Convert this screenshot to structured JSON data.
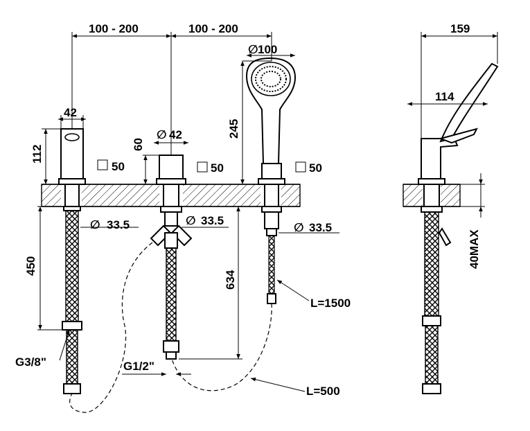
{
  "labels": {
    "spacing_left": "100 - 200",
    "spacing_right": "100 - 200",
    "shower_diameter": "100",
    "spout_width": "42",
    "spout_height": "112",
    "spout_square": "50",
    "valve_diameter": "42",
    "valve_height": "60",
    "valve_square": "50",
    "shower_height": "245",
    "shower_square": "50",
    "spout_shank": "33.5",
    "valve_shank": "33.5",
    "shower_shank": "33.5",
    "hose_length_left": "450",
    "valve_hose_length": "634",
    "thread_left": "G3/8\"",
    "thread_mid": "G1/2\"",
    "shower_hose": "L=1500",
    "connector_hose": "L=500",
    "side_width": "159",
    "side_depth": "114",
    "deck_max": "40MAX"
  },
  "symbols": {
    "diameter": "∅",
    "square": "□"
  }
}
